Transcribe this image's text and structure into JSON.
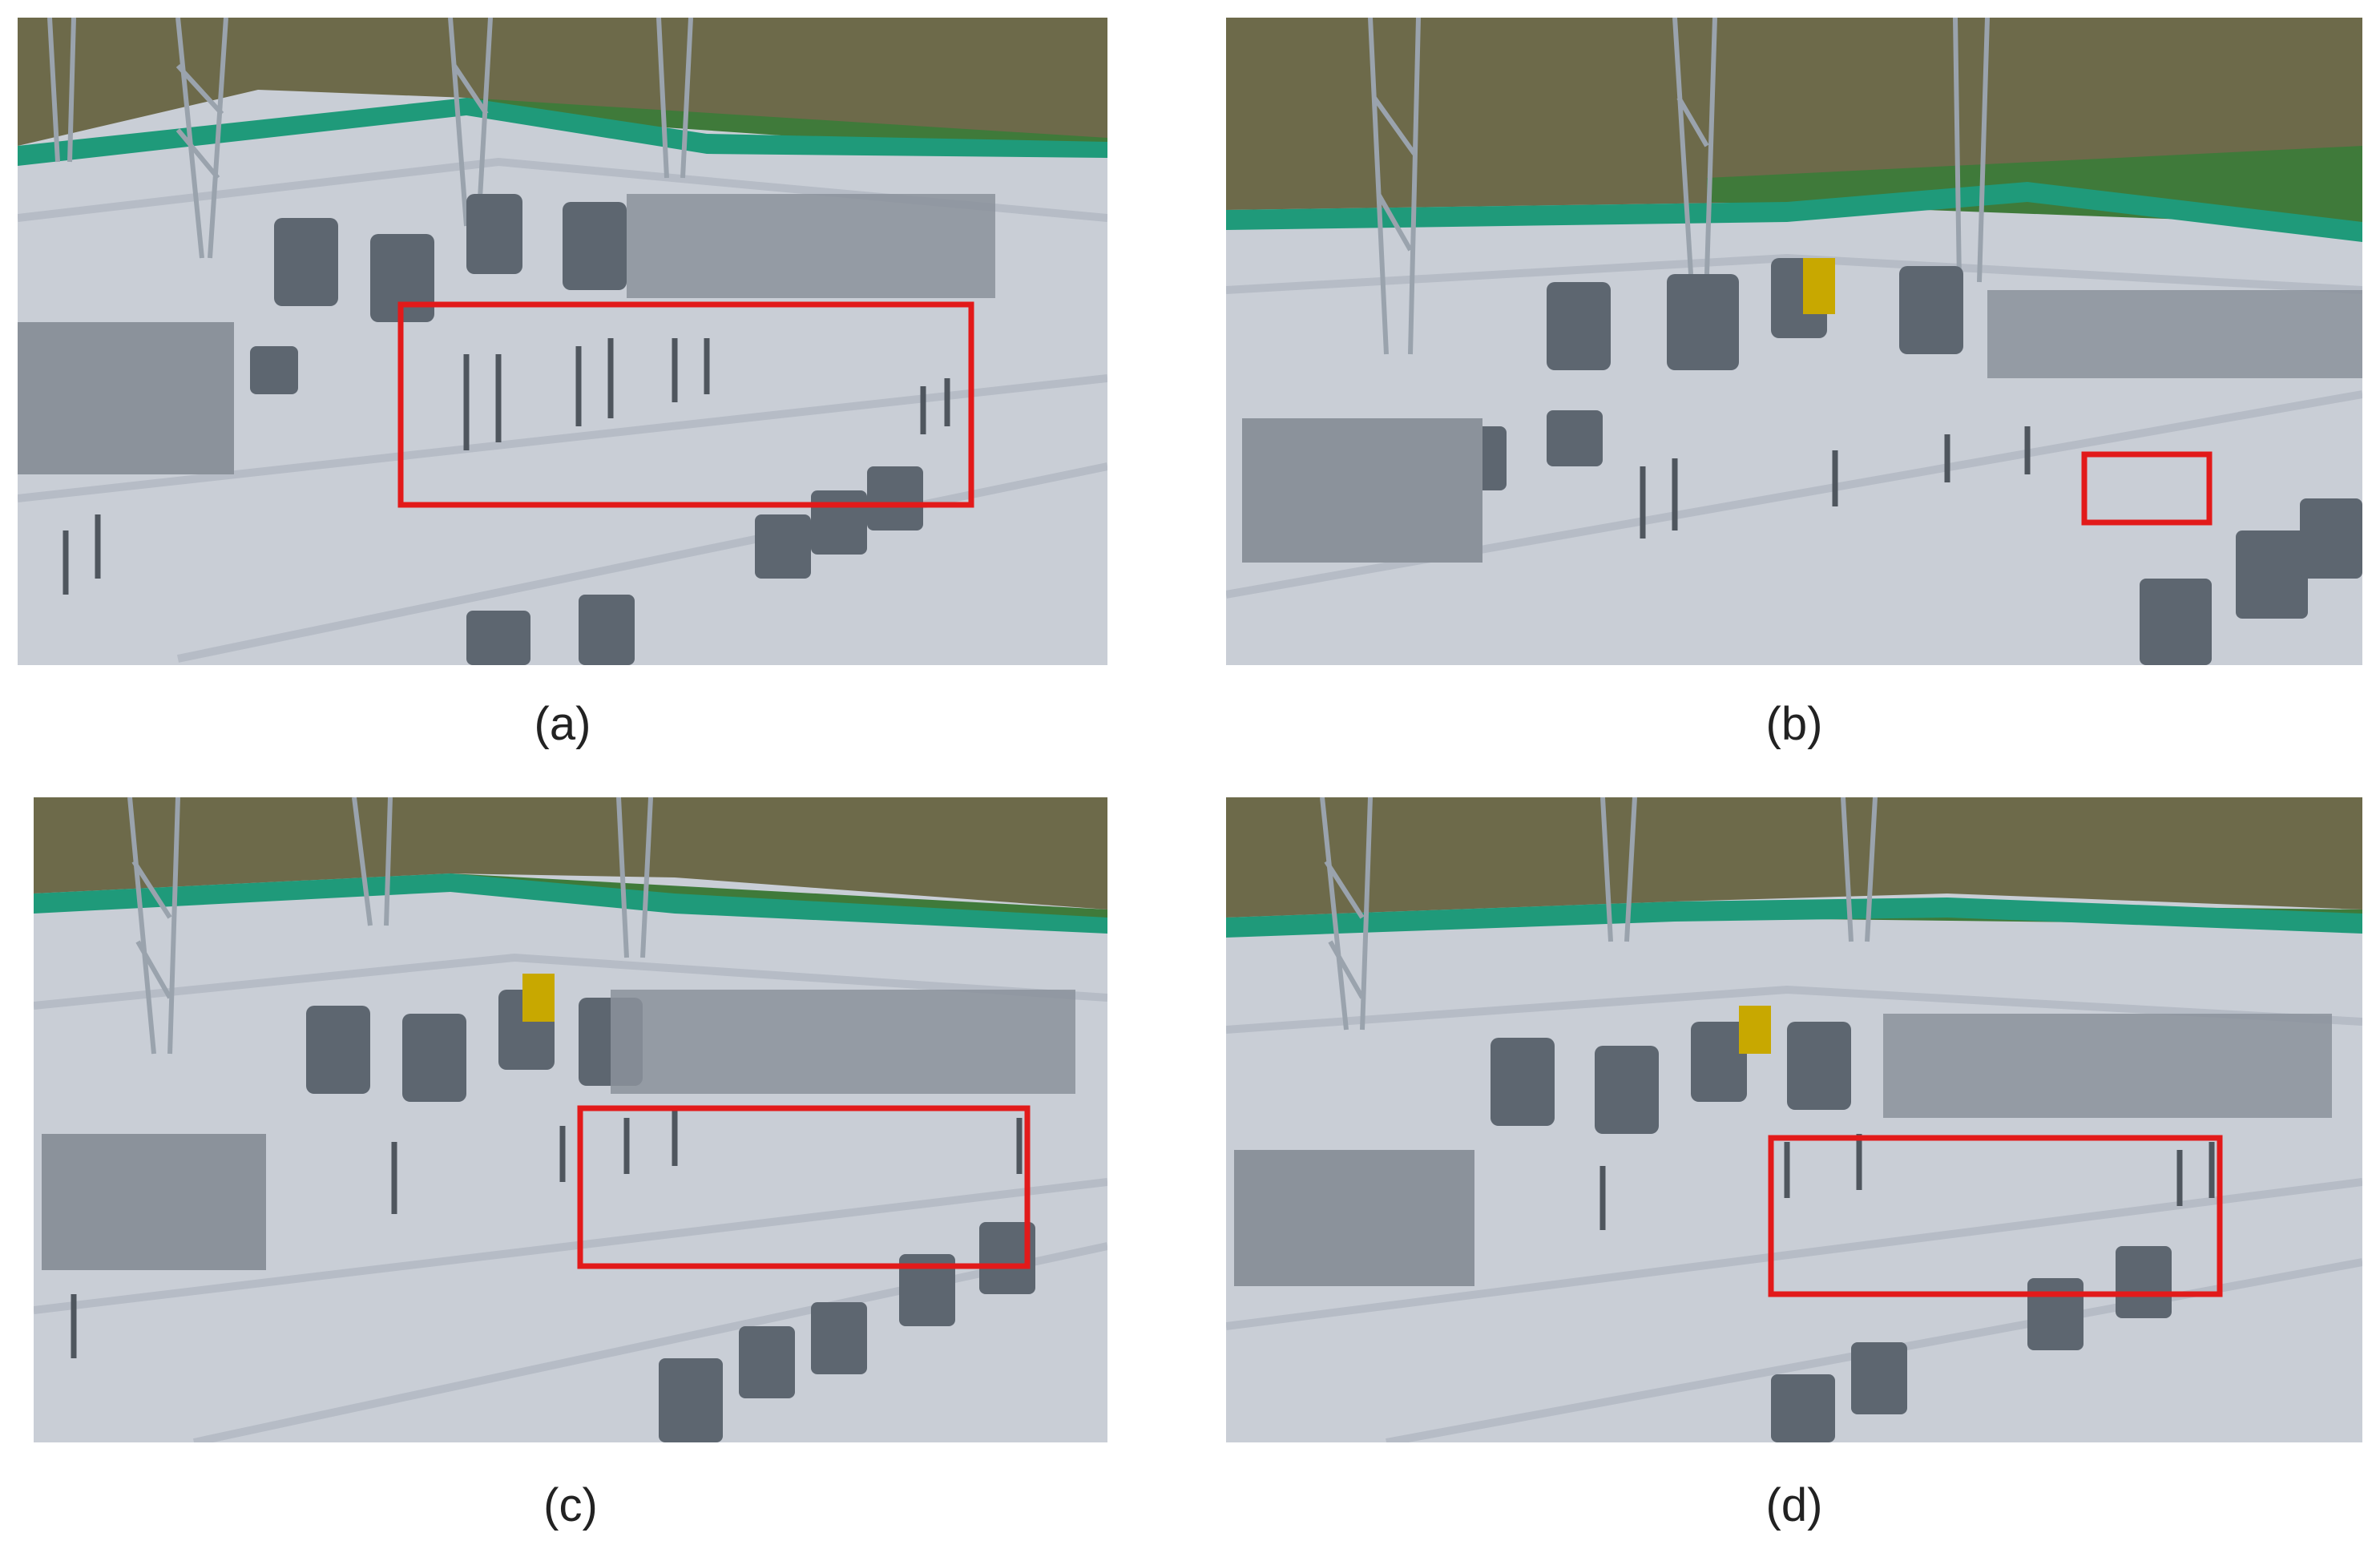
{
  "figure": {
    "panels": [
      {
        "id": "a",
        "caption": "(a)"
      },
      {
        "id": "b",
        "caption": "(b)"
      },
      {
        "id": "c",
        "caption": "(c)"
      },
      {
        "id": "d",
        "caption": "(d)"
      }
    ]
  },
  "colors": {
    "ground": "#c9ced6",
    "terrain": "#6d6a4a",
    "grass": "#3f7a3a",
    "fence": "#1f9a7a",
    "tower": "#9aa3ad",
    "tank": "#5d6670",
    "highlight_box": "#e21a1a"
  }
}
